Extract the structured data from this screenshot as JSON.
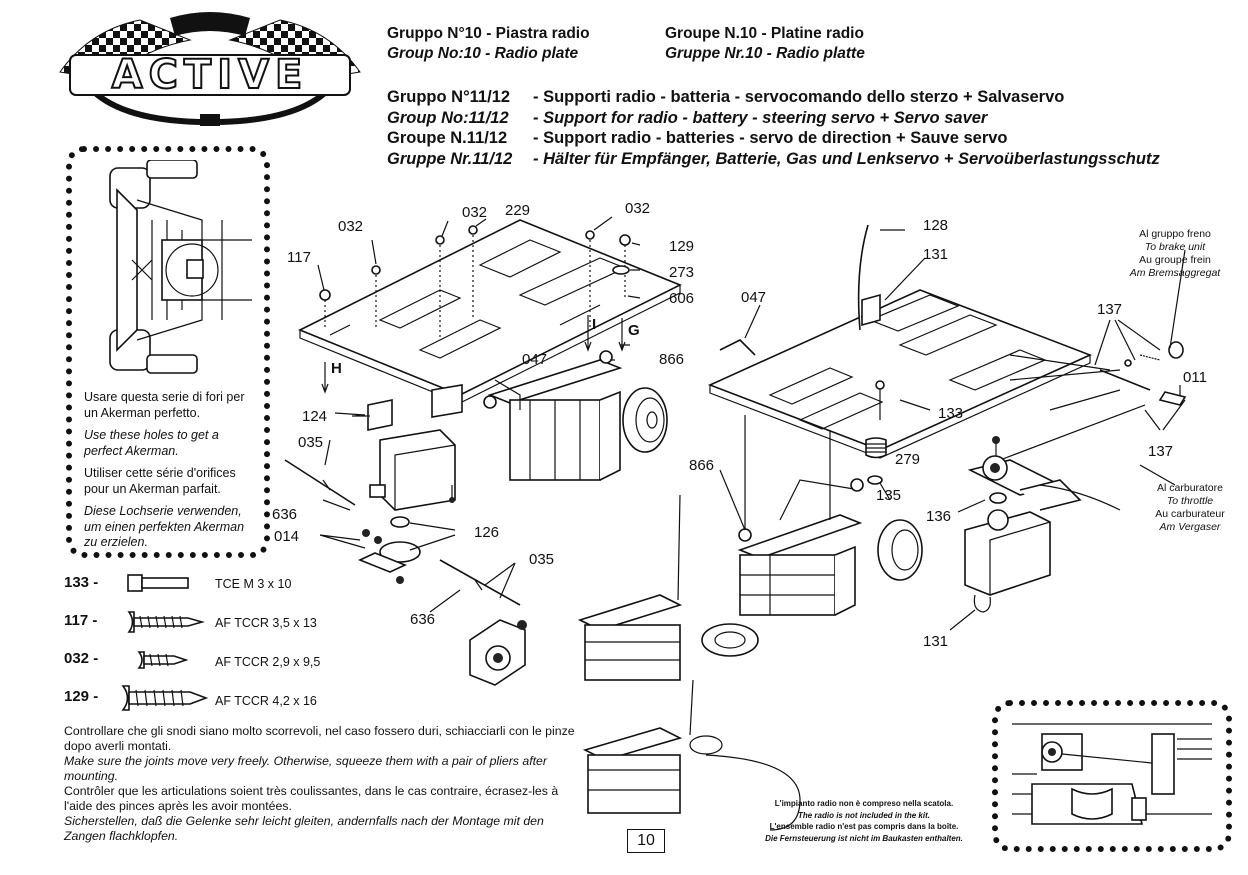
{
  "brand": {
    "logo_text": "ACTIVE"
  },
  "header": {
    "group10": [
      {
        "text": "Gruppo N°10 - Piastra radio",
        "italic": false
      },
      {
        "text": "Group No:10 - Radio plate",
        "italic": true
      },
      {
        "text": "Groupe N.10 - Platine radio",
        "italic": false
      },
      {
        "text": "Gruppe Nr.10 - Radio platte",
        "italic": true
      }
    ],
    "group11": [
      {
        "code": "Gruppo N°11/12",
        "desc": "- Supporti radio - batteria - servocomando dello sterzo + Salvaservo"
      },
      {
        "code": "Group No:11/12",
        "desc": "- Support for radio - battery - steering servo + Servo saver"
      },
      {
        "code": "Groupe N.11/12",
        "desc": "- Support radio - batteries - servo de direction + Sauve servo"
      },
      {
        "code": "Gruppe Nr.11/12",
        "desc": "- Hälter für Empfänger, Batterie, Gas und Lenkservo + Servoüberlastungsschutz"
      }
    ]
  },
  "akerman_note": {
    "it": "Usare questa serie di fori per un Akerman perfetto.",
    "en": "Use these holes to get a perfect Akerman.",
    "fr": "Utiliser cette série d'orifices pour un Akerman parfait.",
    "de": "Diese Lochserie verwenden, um einen perfekten Akerman zu erzielen."
  },
  "legend": [
    {
      "code": "133 -",
      "desc": "TCE M 3 x 10"
    },
    {
      "code": "117 -",
      "desc": "AF TCCR  3,5 x 13"
    },
    {
      "code": "032 -",
      "desc": "AF TCCR  2,9 x 9,5"
    },
    {
      "code": "129 -",
      "desc": "AF TCCR  4,2 x 16"
    }
  ],
  "control_note": {
    "it": "Controllare che gli snodi siano molto scorrevoli, nel caso fossero duri, schiacciarli con le pinze dopo averli montati.",
    "en": "Make sure the joints move very freely. Otherwise, squeeze them with a pair of pliers after mounting.",
    "fr": "Contrôler que les articulations soient très coulissantes, dans le cas contraire, écrasez-les à l'aide des pinces après les avoir montées.",
    "de": "Sicherstellen, daß die Gelenke sehr leicht gleiten, andernfalls nach der Montage mit den Zangen flachklopfen."
  },
  "radio_note": {
    "it": "L'impianto radio non è compreso nella scatola.",
    "en": "The radio is not included in the kit.",
    "fr": "L'ensemble radio n'est pas compris dans la boîte.",
    "de": "Die Fernsteuerung ist nicht im Baukasten enthalten."
  },
  "brake_note": {
    "it": "Al gruppo freno",
    "en": "To brake unit",
    "fr": "Au groupe frein",
    "de": "Am Bremsaggregat"
  },
  "throttle_note": {
    "it": "Al carburatore",
    "en": "To throttle",
    "fr": "Au carburateur",
    "de": "Am Vergaser"
  },
  "part_labels": {
    "p032a": "032",
    "p032b": "032",
    "p229": "229",
    "p032c": "032",
    "p117": "117",
    "p129": "129",
    "p273": "273",
    "p606": "606",
    "pH": "H",
    "pI": "I",
    "pG": "G",
    "p047a": "047",
    "p866a": "866",
    "p124": "124",
    "p035a": "035",
    "p636a": "636",
    "p014": "014",
    "p126": "126",
    "p035b": "035",
    "p636b": "636",
    "p128": "128",
    "p131a": "131",
    "p047b": "047",
    "p137a": "137",
    "p011": "011",
    "p133": "133",
    "p137b": "137",
    "p279": "279",
    "p866b": "866",
    "p135": "135",
    "p136": "136",
    "p131b": "131"
  },
  "page_number": "10"
}
